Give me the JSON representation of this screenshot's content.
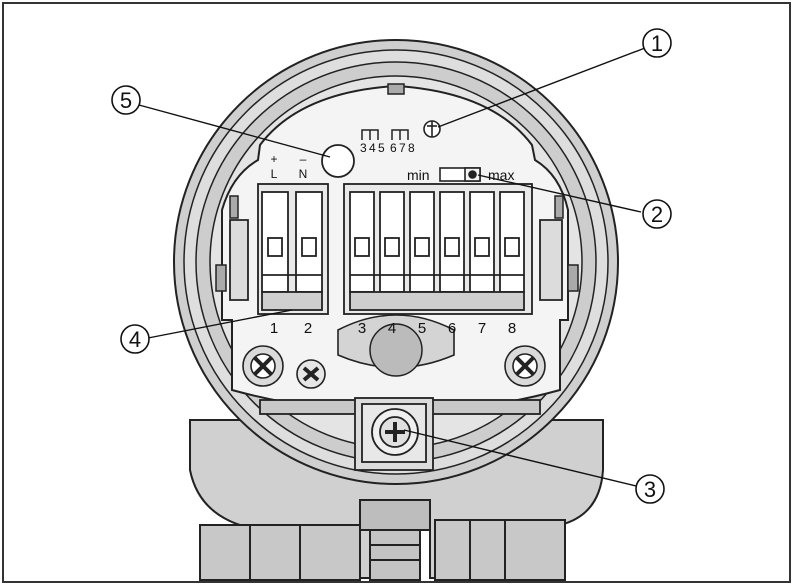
{
  "figure": {
    "callouts": [
      "1",
      "2",
      "3",
      "4",
      "5"
    ],
    "supply_terminals": {
      "plus": "+",
      "minus": "–",
      "L": "L",
      "N": "N"
    },
    "relay_symbol_labels": [
      "3",
      "4",
      "5",
      "6",
      "7",
      "8"
    ],
    "switch": {
      "min": "min",
      "max": "max"
    },
    "terminal_numbers": [
      "1",
      "2",
      "3",
      "4",
      "5",
      "6",
      "7",
      "8"
    ]
  }
}
